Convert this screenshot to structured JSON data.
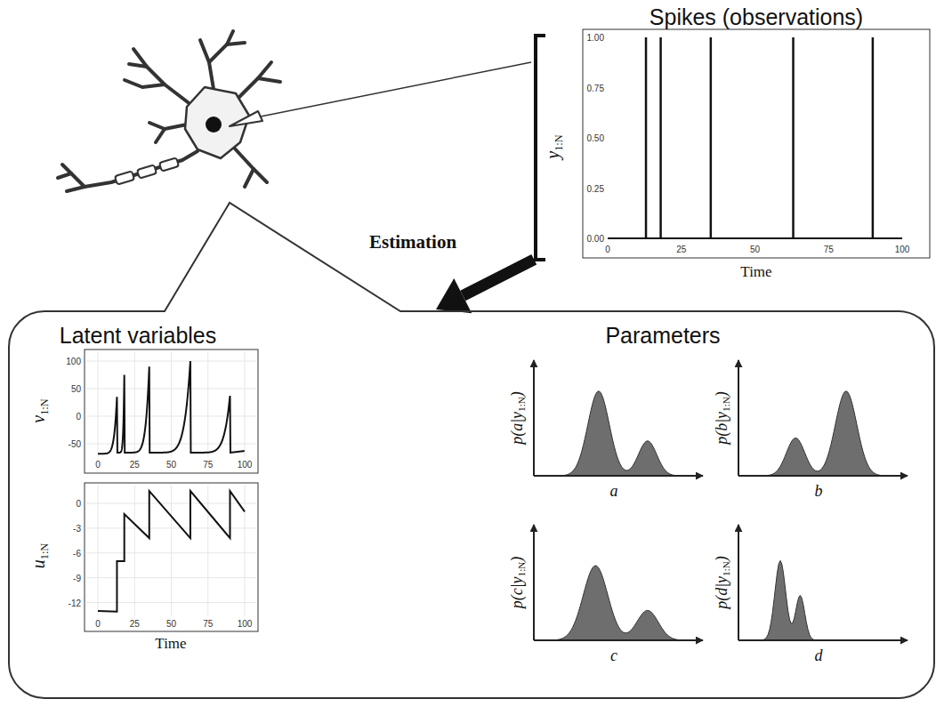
{
  "diagram": {
    "nodes": [
      {
        "text": [
          "Spikes (observations)"
        ]
      },
      {
        "text": [
          "Latent variables",
          "Parameters"
        ]
      }
    ],
    "edges": [
      {
        "from": 0,
        "to": 1,
        "arrow": "to",
        "label": "Estimation"
      }
    ],
    "labels": [
      "y1:N",
      "1.00",
      "0.75",
      "0.50",
      "0.25",
      "0.00",
      "0",
      "25",
      "50",
      "75",
      "100",
      "Time",
      "v1:N",
      "100",
      "50",
      "0",
      "-50",
      "0",
      "25",
      "50",
      "75",
      "100",
      "u1:N",
      "0",
      "-3",
      "-6",
      "-9",
      "-12",
      "0",
      "25",
      "50",
      "75",
      "100",
      "Time",
      "p(a|y1:N)",
      "a",
      "p(b|y1:N)",
      "b",
      "p(c|y1:N)",
      "c",
      "p(d|y1:N)",
      "d"
    ]
  }
}
